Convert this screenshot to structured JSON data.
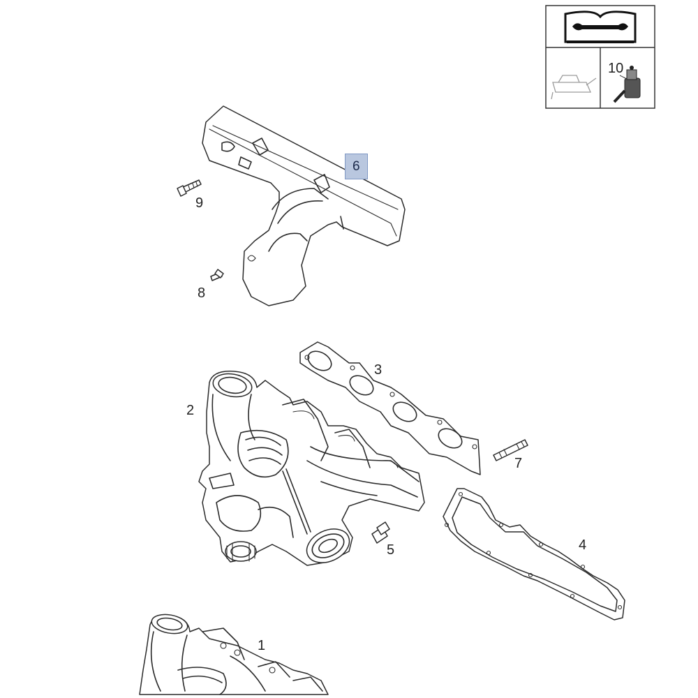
{
  "callouts": {
    "c1": "1",
    "c2": "2",
    "c3": "3",
    "c4": "4",
    "c5": "5",
    "c6": "6",
    "c7": "7",
    "c8": "8",
    "c9": "9",
    "c10": "10"
  },
  "highlight": {
    "color": "#b9c7df",
    "border": "#7f97c4"
  },
  "icons": {
    "manual": "service-manual-icon",
    "oil": "oil-can-icon",
    "tool": "special-tool-icon"
  }
}
